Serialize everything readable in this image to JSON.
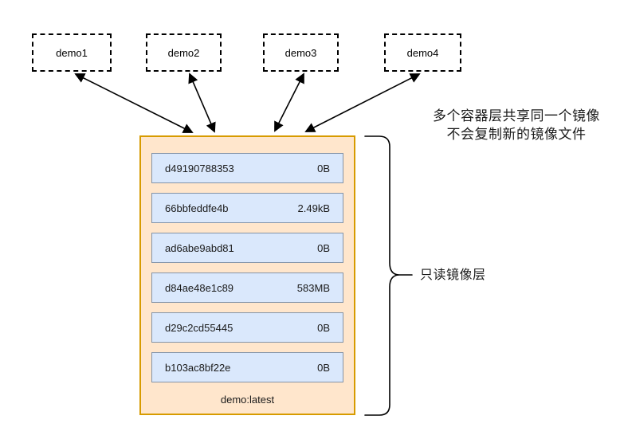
{
  "containers": [
    {
      "label": "demo1"
    },
    {
      "label": "demo2"
    },
    {
      "label": "demo3"
    },
    {
      "label": "demo4"
    }
  ],
  "image": {
    "tag": "demo:latest",
    "layers": [
      {
        "id": "d49190788353",
        "size": "0B"
      },
      {
        "id": "66bbfeddfe4b",
        "size": "2.49kB"
      },
      {
        "id": "ad6abe9abd81",
        "size": "0B"
      },
      {
        "id": "d84ae48e1c89",
        "size": "583MB"
      },
      {
        "id": "d29c2cd55445",
        "size": "0B"
      },
      {
        "id": "b103ac8bf22e",
        "size": "0B"
      }
    ]
  },
  "annotations": {
    "share_note_line1": "多个容器层共享同一个镜像",
    "share_note_line2": "不会复制新的镜像文件",
    "brace_label": "只读镜像层"
  },
  "colors": {
    "image_box_fill": "#ffe6cc",
    "image_box_border": "#d79b00",
    "layer_fill": "#dae8fc",
    "layer_border": "#8494a8",
    "connector": "#000000"
  }
}
